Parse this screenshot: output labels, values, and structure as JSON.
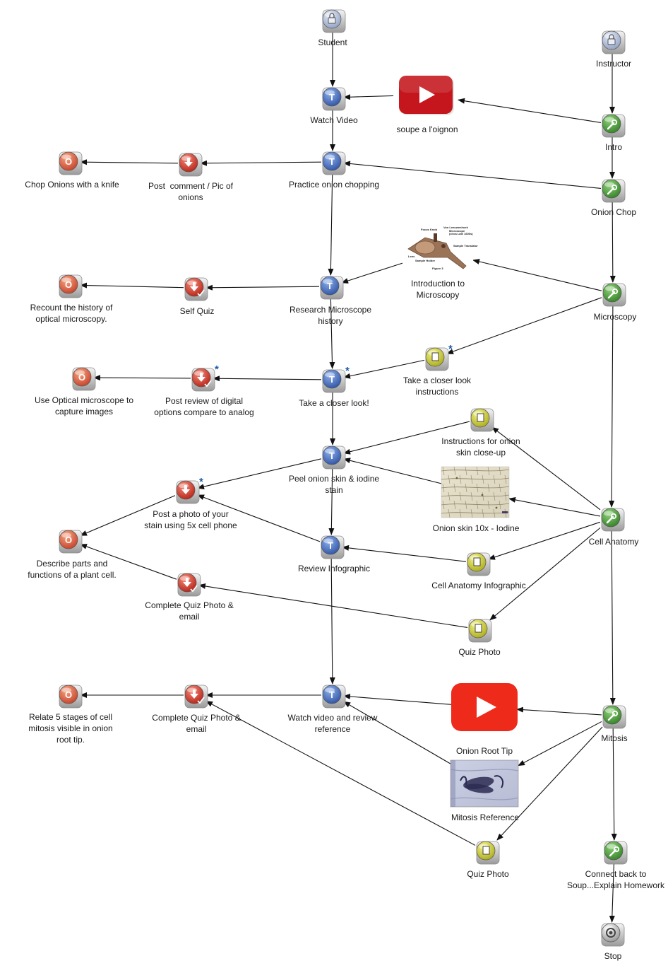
{
  "colors": {
    "role": "#8a9bbf",
    "tool": "#3e8e2e",
    "task": "#3b62b8",
    "resource": "#c8c81e",
    "output": "#cf2a1a",
    "outcome": "#d2452a",
    "stop": "#777777",
    "youtube_dark": "#c4161c",
    "youtube_bright": "#ee2a1b",
    "annotation": "#1a5aa8"
  },
  "nodes": {
    "student": {
      "type": "role",
      "icon": "lock-icon",
      "lines": [
        "Student"
      ]
    },
    "instructor": {
      "type": "role",
      "icon": "lock-icon",
      "lines": [
        "Instructor"
      ]
    },
    "watch_video": {
      "type": "task",
      "icon": "t-icon",
      "badge": "T",
      "lines": [
        "Watch Video"
      ]
    },
    "soupe_video": {
      "type": "youtube",
      "icon": "play-icon",
      "lines": [
        "soupe a l'oignon"
      ]
    },
    "intro": {
      "type": "tool",
      "icon": "wrench-icon",
      "lines": [
        "Intro"
      ]
    },
    "practice_chopping": {
      "type": "task",
      "icon": "t-icon",
      "badge": "T",
      "lines": [
        "Practice onion chopping"
      ]
    },
    "post_comment": {
      "type": "output",
      "icon": "down-arrow-icon",
      "lines": [
        "Post  comment / Pic of",
        "onions"
      ]
    },
    "chop_onions": {
      "type": "outcome",
      "icon": "o-icon",
      "badge": "O",
      "lines": [
        "Chop Onions with a knife"
      ]
    },
    "onion_chop": {
      "type": "tool",
      "icon": "wrench-icon",
      "lines": [
        "Onion Chop"
      ]
    },
    "intro_microscopy": {
      "type": "image",
      "icon": "microscope-image",
      "lines": [
        "Introduction to",
        "Microscopy"
      ],
      "image_text": [
        "Focus Knob",
        "Von Leeuwenhoek",
        "Microscope",
        "(circa Late 1600s)",
        "Sample Translator",
        "Lens",
        "Sample Holder",
        "Figure 3"
      ]
    },
    "research_microscope": {
      "type": "task",
      "icon": "t-icon",
      "badge": "T",
      "lines": [
        "Research Microscope",
        "history"
      ]
    },
    "self_quiz": {
      "type": "quiz",
      "icon": "quiz-icon",
      "lines": [
        "Self Quiz"
      ]
    },
    "recount_history": {
      "type": "outcome",
      "icon": "o-icon",
      "badge": "O",
      "lines": [
        "Recount the history of",
        "optical microscopy."
      ]
    },
    "microscopy": {
      "type": "tool",
      "icon": "wrench-icon",
      "lines": [
        "Microscopy"
      ]
    },
    "closer_look_instructions": {
      "type": "resource",
      "icon": "document-icon",
      "star": "*",
      "lines": [
        "Take a closer look",
        "instructions"
      ]
    },
    "take_closer_look": {
      "type": "task",
      "icon": "t-icon",
      "badge": "T",
      "star": "*",
      "lines": [
        "Take a closer look!"
      ]
    },
    "post_review": {
      "type": "quiz",
      "icon": "quiz-icon",
      "star": "*",
      "lines": [
        "Post review of digital",
        "options compare to analog"
      ]
    },
    "use_optical": {
      "type": "outcome",
      "icon": "o-icon",
      "badge": "O",
      "lines": [
        "Use Optical microscope to",
        "capture images"
      ]
    },
    "instructions_onion_skin": {
      "type": "resource",
      "icon": "document-icon",
      "lines": [
        "Instructions for onion",
        "skin close-up"
      ]
    },
    "peel_onion": {
      "type": "task",
      "icon": "t-icon",
      "badge": "T",
      "lines": [
        "Peel onion skin & iodine",
        "stain"
      ]
    },
    "post_photo_stain": {
      "type": "output",
      "icon": "down-arrow-icon",
      "star": "*",
      "lines": [
        "Post a photo of your",
        "stain using 5x cell phone"
      ]
    },
    "onion_skin_10x": {
      "type": "image",
      "icon": "onion-cells-image",
      "lines": [
        "Onion skin 10x - Iodine"
      ]
    },
    "cell_anatomy": {
      "type": "tool",
      "icon": "wrench-icon",
      "lines": [
        "Cell Anatomy"
      ]
    },
    "describe_parts": {
      "type": "outcome",
      "icon": "o-icon",
      "badge": "O",
      "lines": [
        "Describe parts and",
        "functions of a plant cell."
      ]
    },
    "review_infographic": {
      "type": "task",
      "icon": "t-icon",
      "badge": "T",
      "lines": [
        "Review Infographic"
      ]
    },
    "cell_anatomy_infographic": {
      "type": "resource",
      "icon": "document-icon",
      "lines": [
        "Cell Anatomy Infographic"
      ]
    },
    "complete_quiz_1": {
      "type": "quiz",
      "icon": "quiz-icon",
      "lines": [
        "Complete Quiz Photo &",
        "email"
      ]
    },
    "quiz_photo_1": {
      "type": "resource",
      "icon": "document-icon",
      "lines": [
        "Quiz Photo"
      ]
    },
    "relate_stages": {
      "type": "outcome",
      "icon": "o-icon",
      "badge": "O",
      "lines": [
        "Relate 5 stages of cell",
        "mitosis visible in onion",
        "root tip."
      ]
    },
    "complete_quiz_2": {
      "type": "quiz",
      "icon": "quiz-icon",
      "lines": [
        "Complete Quiz Photo &",
        "email"
      ]
    },
    "watch_review_reference": {
      "type": "task",
      "icon": "t-icon",
      "badge": "T",
      "lines": [
        "Watch video and review",
        "reference"
      ]
    },
    "onion_root_tip": {
      "type": "youtube",
      "icon": "play-icon",
      "lines": [
        "Onion Root Tip"
      ]
    },
    "mitosis": {
      "type": "tool",
      "icon": "wrench-icon",
      "lines": [
        "Mitosis"
      ]
    },
    "mitosis_reference": {
      "type": "image",
      "icon": "mitosis-image",
      "lines": [
        "Mitosis Reference"
      ]
    },
    "quiz_photo_2": {
      "type": "resource",
      "icon": "document-icon",
      "lines": [
        "Quiz Photo"
      ]
    },
    "connect_back": {
      "type": "tool",
      "icon": "wrench-icon",
      "lines": [
        "Connect back to",
        "Soup...Explain Homework"
      ]
    },
    "stop": {
      "type": "stop",
      "icon": "stop-icon",
      "lines": [
        "Stop"
      ]
    }
  },
  "edges": [
    [
      "student",
      "watch_video"
    ],
    [
      "soupe_video",
      "watch_video"
    ],
    [
      "instructor",
      "intro"
    ],
    [
      "intro",
      "soupe_video"
    ],
    [
      "intro",
      "onion_chop"
    ],
    [
      "watch_video",
      "practice_chopping"
    ],
    [
      "onion_chop",
      "practice_chopping"
    ],
    [
      "practice_chopping",
      "post_comment"
    ],
    [
      "post_comment",
      "chop_onions"
    ],
    [
      "practice_chopping",
      "research_microscope"
    ],
    [
      "onion_chop",
      "microscopy"
    ],
    [
      "microscopy",
      "intro_microscopy"
    ],
    [
      "intro_microscopy",
      "research_microscope"
    ],
    [
      "research_microscope",
      "self_quiz"
    ],
    [
      "self_quiz",
      "recount_history"
    ],
    [
      "research_microscope",
      "take_closer_look"
    ],
    [
      "microscopy",
      "closer_look_instructions"
    ],
    [
      "closer_look_instructions",
      "take_closer_look"
    ],
    [
      "take_closer_look",
      "post_review"
    ],
    [
      "post_review",
      "use_optical"
    ],
    [
      "take_closer_look",
      "peel_onion"
    ],
    [
      "microscopy",
      "cell_anatomy"
    ],
    [
      "instructions_onion_skin",
      "peel_onion"
    ],
    [
      "cell_anatomy",
      "instructions_onion_skin"
    ],
    [
      "cell_anatomy",
      "onion_skin_10x"
    ],
    [
      "onion_skin_10x",
      "peel_onion"
    ],
    [
      "peel_onion",
      "post_photo_stain"
    ],
    [
      "peel_onion",
      "review_infographic"
    ],
    [
      "review_infographic",
      "post_photo_stain"
    ],
    [
      "post_photo_stain",
      "describe_parts"
    ],
    [
      "cell_anatomy",
      "cell_anatomy_infographic"
    ],
    [
      "cell_anatomy_infographic",
      "review_infographic"
    ],
    [
      "cell_anatomy",
      "quiz_photo_1"
    ],
    [
      "quiz_photo_1",
      "complete_quiz_1"
    ],
    [
      "complete_quiz_1",
      "describe_parts"
    ],
    [
      "review_infographic",
      "watch_review_reference"
    ],
    [
      "cell_anatomy",
      "mitosis"
    ],
    [
      "mitosis",
      "onion_root_tip"
    ],
    [
      "onion_root_tip",
      "watch_review_reference"
    ],
    [
      "mitosis",
      "mitosis_reference"
    ],
    [
      "mitosis_reference",
      "watch_review_reference"
    ],
    [
      "mitosis",
      "quiz_photo_2"
    ],
    [
      "quiz_photo_2",
      "complete_quiz_2"
    ],
    [
      "watch_review_reference",
      "complete_quiz_2"
    ],
    [
      "complete_quiz_2",
      "relate_stages"
    ],
    [
      "mitosis",
      "connect_back"
    ],
    [
      "connect_back",
      "stop"
    ]
  ]
}
